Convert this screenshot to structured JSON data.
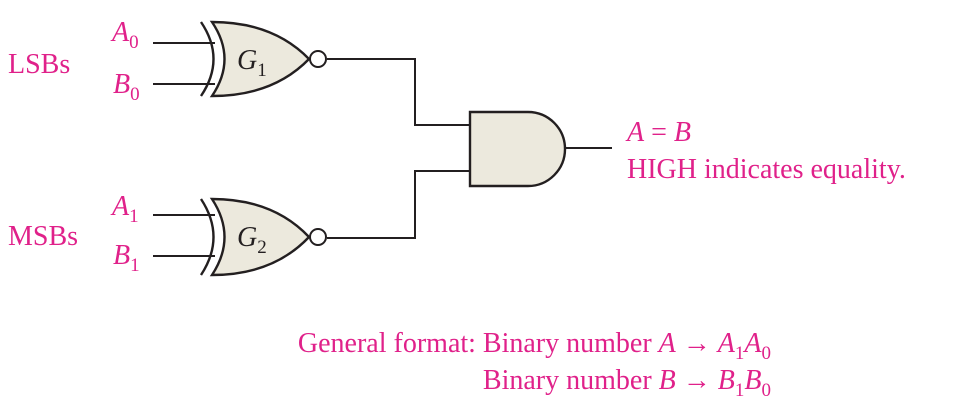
{
  "colors": {
    "label": "#e0218a",
    "wire": "#231f20",
    "gate_fill": "#ece9dd"
  },
  "groups": {
    "lsb": "LSBs",
    "msb": "MSBs"
  },
  "inputs": {
    "a0": {
      "letter": "A",
      "index": "0"
    },
    "b0": {
      "letter": "B",
      "index": "0"
    },
    "a1": {
      "letter": "A",
      "index": "1"
    },
    "b1": {
      "letter": "B",
      "index": "1"
    }
  },
  "gates": {
    "g1": {
      "letter": "G",
      "index": "1"
    },
    "g2": {
      "letter": "G",
      "index": "2"
    }
  },
  "output": {
    "left": "A",
    "op": " = ",
    "right": "B",
    "note": "HIGH indicates equality."
  },
  "format": {
    "line1": {
      "prefix": "General format: Binary number ",
      "var": "A",
      "arrow": " → ",
      "hi": "A",
      "hi_idx": "1",
      "lo": "A",
      "lo_idx": "0"
    },
    "line2": {
      "prefix": "Binary number ",
      "var": "B",
      "arrow": " → ",
      "hi": "B",
      "hi_idx": "1",
      "lo": "B",
      "lo_idx": "0"
    }
  }
}
